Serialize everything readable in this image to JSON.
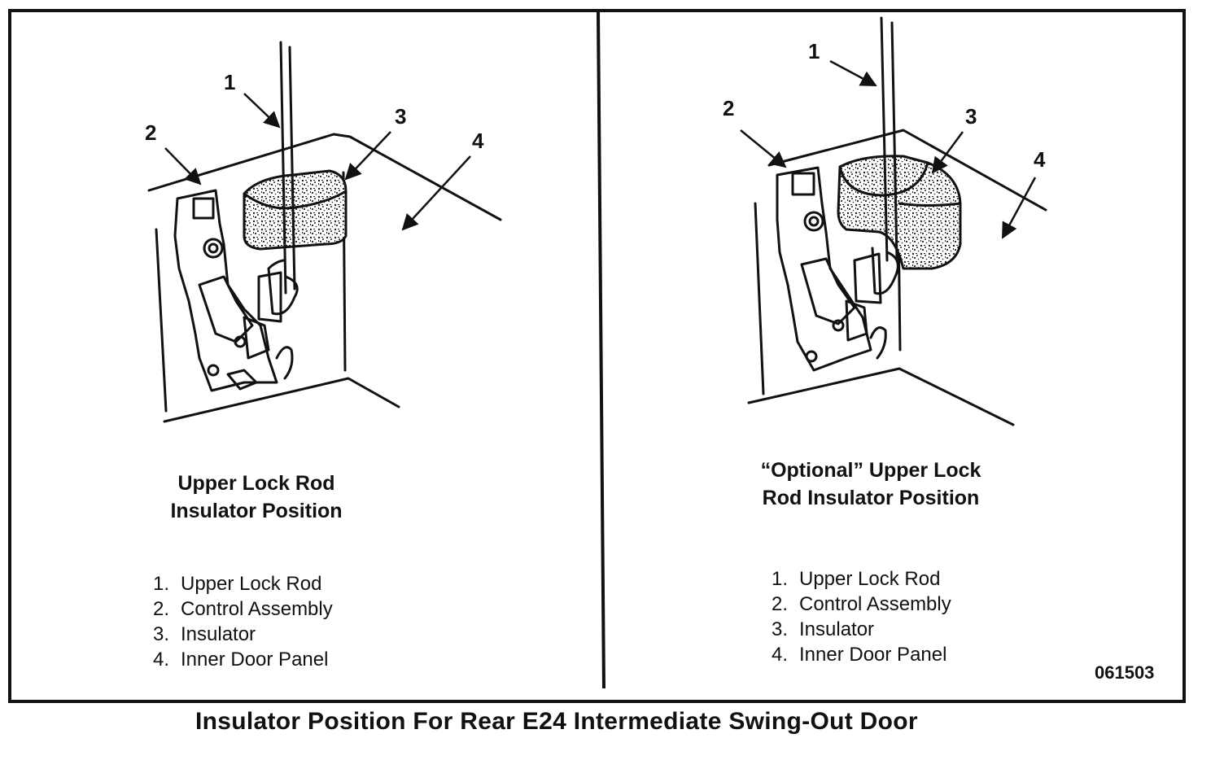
{
  "title": "Insulator Position For Rear E24 Intermediate Swing-Out Door",
  "figure_number": "061503",
  "panels": [
    {
      "caption_line1": "Upper Lock Rod",
      "caption_line2": "Insulator Position",
      "callouts": [
        "1",
        "2",
        "3",
        "4"
      ],
      "legend": [
        {
          "num": "1.",
          "text": "Upper Lock Rod"
        },
        {
          "num": "2.",
          "text": "Control Assembly"
        },
        {
          "num": "3.",
          "text": "Insulator"
        },
        {
          "num": "4.",
          "text": "Inner Door Panel"
        }
      ]
    },
    {
      "caption_line1": "“Optional” Upper Lock",
      "caption_line2": "Rod Insulator Position",
      "callouts": [
        "1",
        "2",
        "3",
        "4"
      ],
      "legend": [
        {
          "num": "1.",
          "text": "Upper Lock Rod"
        },
        {
          "num": "2.",
          "text": "Control Assembly"
        },
        {
          "num": "3.",
          "text": "Insulator"
        },
        {
          "num": "4.",
          "text": "Inner Door Panel"
        }
      ]
    }
  ]
}
